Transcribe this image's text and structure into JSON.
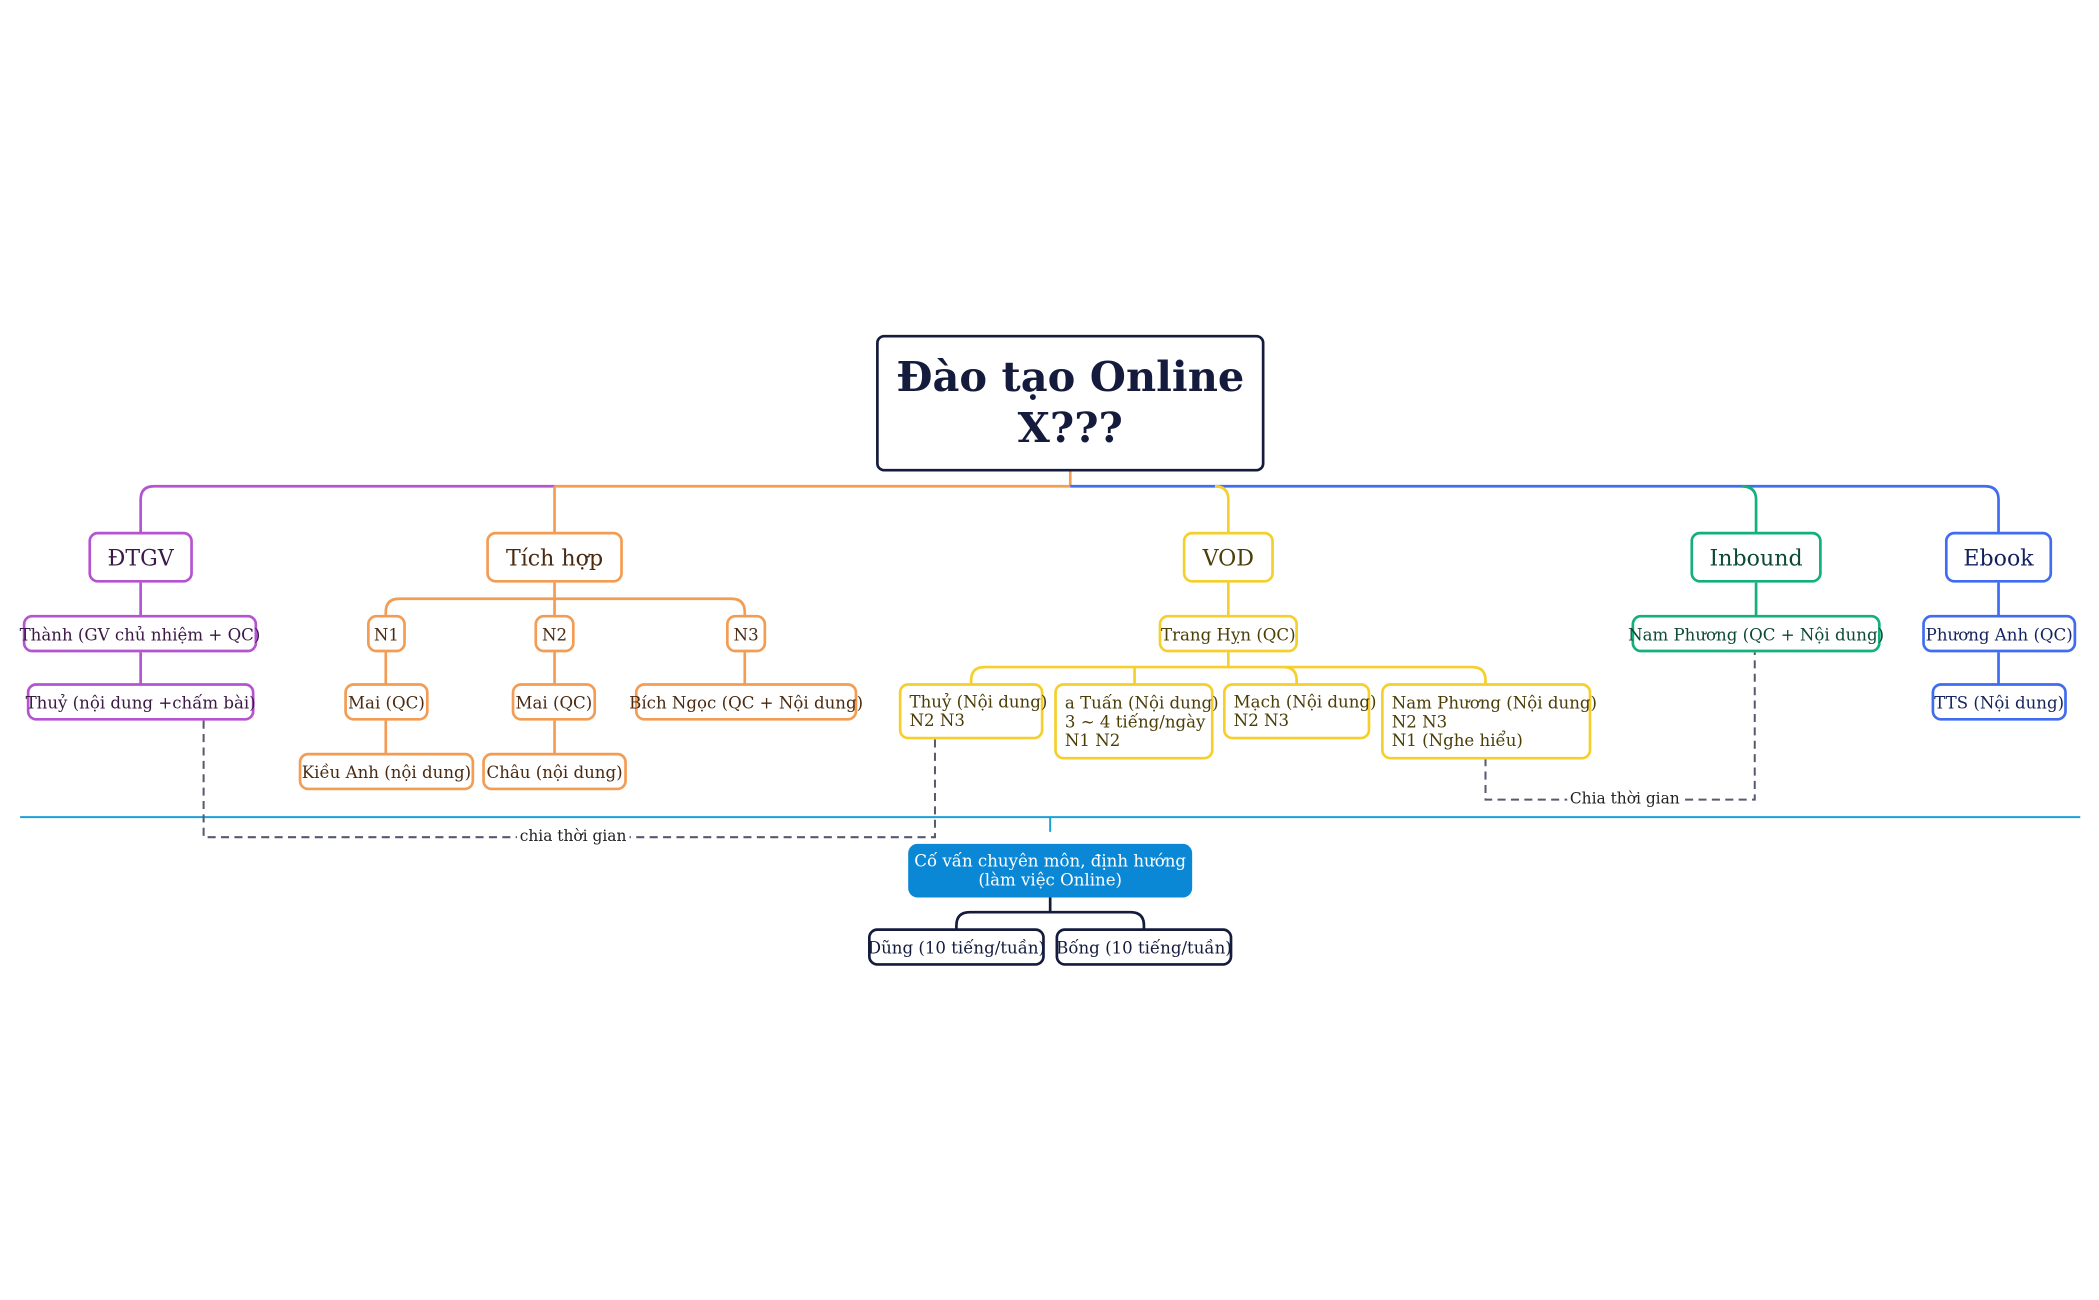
{
  "root": {
    "line1": "Đào tạo Online",
    "line2": "X???"
  },
  "branches": {
    "dtgv": {
      "label": "ĐTGV",
      "items": [
        "Thành (GV chủ nhiệm + QC)",
        "Thuỷ (nội dung +chấm bài)"
      ]
    },
    "tichhop": {
      "label": "Tích hợp",
      "n1": {
        "label": "N1",
        "child": "Mai (QC)",
        "grandchild": "Kiều Anh (nội dung)"
      },
      "n2": {
        "label": "N2",
        "child": "Mai (QC)",
        "grandchild": "Châu (nội dung)"
      },
      "n3": {
        "label": "N3",
        "child": "Bích Ngọc (QC + Nội dung)"
      }
    },
    "vod": {
      "label": "VOD",
      "lead": "Trang Hỵn (QC)",
      "members": [
        {
          "lines": [
            "Thuỷ (Nội dung)",
            "N2 N3"
          ]
        },
        {
          "lines": [
            "a Tuấn (Nội dung)",
            "3 ~ 4 tiếng/ngày",
            "N1 N2"
          ]
        },
        {
          "lines": [
            "Mạch (Nội dung)",
            "N2 N3"
          ]
        },
        {
          "lines": [
            "Nam Phương (Nội dung)",
            "N2 N3",
            "N1 (Nghe hiểu)"
          ]
        }
      ]
    },
    "inbound": {
      "label": "Inbound",
      "items": [
        "Nam Phương (QC + Nội dung)"
      ]
    },
    "ebook": {
      "label": "Ebook",
      "items": [
        "Phương Anh (QC)",
        "TTS (Nội dung)"
      ]
    }
  },
  "advisor": {
    "line1": "Cố vấn chuyên môn, định hướng",
    "line2": "(làm việc Online)",
    "members": [
      "Dũng (10 tiếng/tuần)",
      "Bống (10 tiếng/tuần)"
    ]
  },
  "relations": {
    "left": "chia thời gian",
    "right": "Chia thời gian"
  },
  "colors": {
    "root": "#141b3d",
    "dtgv": "#b554d0",
    "tichhop": "#f39c54",
    "vod": "#f5cf2b",
    "inbound": "#14b07a",
    "ebook": "#3f6cf0",
    "divider": "#1ba0d8",
    "advisor": "#0b88d5",
    "relation": "#555a6e"
  }
}
